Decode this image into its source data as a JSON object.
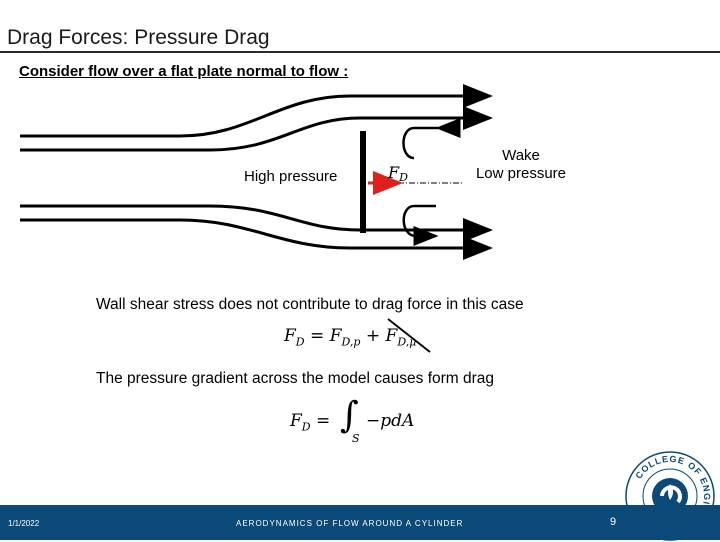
{
  "slide": {
    "title": "Drag Forces: Pressure Drag",
    "subtitle": "Consider flow over a flat plate normal to flow :"
  },
  "diagram": {
    "high_pressure_label": "High pressure",
    "wake_label": "Wake",
    "low_pressure_label": "Low pressure",
    "force_label": "F",
    "force_subscript": "D"
  },
  "body": {
    "statement1": "Wall shear stress does not contribute to drag force in this case",
    "statement2": "The pressure gradient across the model causes form drag"
  },
  "equations": {
    "eq1_lhs": "F",
    "eq1_lhs_sub": "D",
    "eq1_rhs1": "F",
    "eq1_rhs1_sub": "D,p",
    "eq1_rhs2": "F",
    "eq1_rhs2_sub": "D,μ",
    "eq2_lhs": "F",
    "eq2_lhs_sub": "D",
    "eq2_integral_sub": "S",
    "eq2_integrand": "−pdA"
  },
  "footer": {
    "date": "1/1/2022",
    "center_text": "AERODYNAMICS OF FLOW AROUND A CYLINDER",
    "page": "9"
  },
  "logo": {
    "ring_text": "COLLEGE OF ENGINEERING"
  },
  "colors": {
    "footer_bg": "#0b4a78",
    "force_arrow": "#e0201c"
  }
}
